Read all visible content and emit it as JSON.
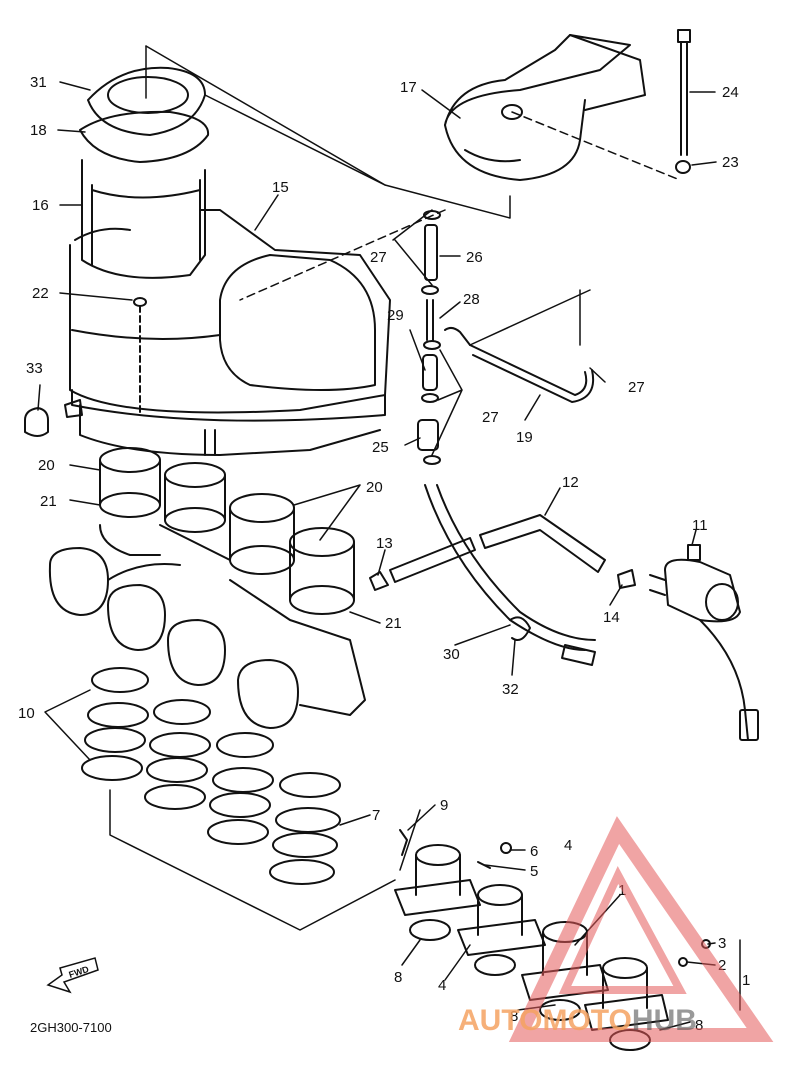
{
  "diagram": {
    "code": "2GH300-7100",
    "fwd": "FWD",
    "callouts": [
      "31",
      "18",
      "16",
      "15",
      "17",
      "24",
      "23",
      "22",
      "27",
      "26",
      "28",
      "29",
      "33",
      "27",
      "27",
      "25",
      "19",
      "20",
      "20",
      "21",
      "12",
      "11",
      "13",
      "21",
      "14",
      "30",
      "32",
      "10",
      "9",
      "6",
      "4",
      "7",
      "5",
      "1",
      "3",
      "2",
      "8",
      "4",
      "8",
      "8",
      "1"
    ]
  },
  "watermark": {
    "part1": "AUTO",
    "part2": "MOTO",
    "part3": "HUB",
    "colors": {
      "orange": "#f4a261",
      "gray": "#555555",
      "triangle": "#e45a5a"
    }
  }
}
